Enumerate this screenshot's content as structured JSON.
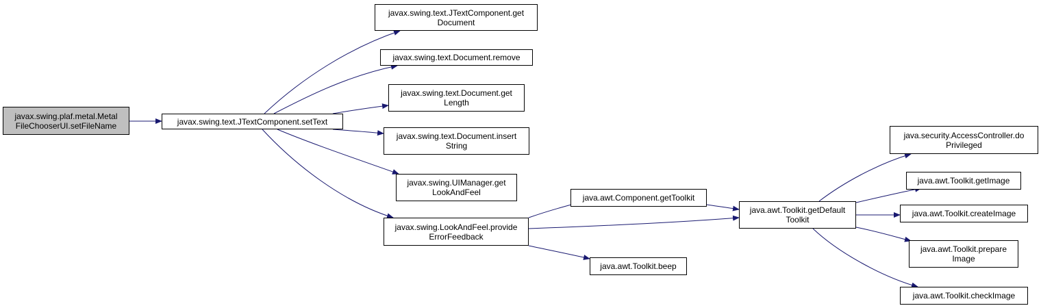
{
  "colors": {
    "edge": "#191970",
    "root_fill": "#bfbfbf",
    "node_fill": "#ffffff",
    "node_border": "#000000"
  },
  "nodes": [
    {
      "id": "setFileName",
      "label": "javax.swing.plaf.metal.Metal\nFileChooserUI.setFileName",
      "root": true
    },
    {
      "id": "setText",
      "label": "javax.swing.text.JTextComponent.setText"
    },
    {
      "id": "getDocument",
      "label": "javax.swing.text.JTextComponent.get\nDocument"
    },
    {
      "id": "remove",
      "label": "javax.swing.text.Document.remove"
    },
    {
      "id": "getLength",
      "label": "javax.swing.text.Document.get\nLength"
    },
    {
      "id": "insertString",
      "label": "javax.swing.text.Document.insert\nString"
    },
    {
      "id": "getLookAndFeel",
      "label": "javax.swing.UIManager.get\nLookAndFeel"
    },
    {
      "id": "provideErrorFeedback",
      "label": "javax.swing.LookAndFeel.provide\nErrorFeedback"
    },
    {
      "id": "getToolkit",
      "label": "java.awt.Component.getToolkit"
    },
    {
      "id": "beep",
      "label": "java.awt.Toolkit.beep"
    },
    {
      "id": "getDefaultToolkit",
      "label": "java.awt.Toolkit.getDefault\nToolkit"
    },
    {
      "id": "doPrivileged",
      "label": "java.security.AccessController.do\nPrivileged"
    },
    {
      "id": "getImage",
      "label": "java.awt.Toolkit.getImage"
    },
    {
      "id": "createImage",
      "label": "java.awt.Toolkit.createImage"
    },
    {
      "id": "prepareImage",
      "label": "java.awt.Toolkit.prepare\nImage"
    },
    {
      "id": "checkImage",
      "label": "java.awt.Toolkit.checkImage"
    }
  ],
  "edges": [
    {
      "from": "setFileName",
      "to": "setText"
    },
    {
      "from": "setText",
      "to": "getDocument"
    },
    {
      "from": "setText",
      "to": "remove"
    },
    {
      "from": "setText",
      "to": "getLength"
    },
    {
      "from": "setText",
      "to": "insertString"
    },
    {
      "from": "setText",
      "to": "getLookAndFeel"
    },
    {
      "from": "setText",
      "to": "provideErrorFeedback"
    },
    {
      "from": "provideErrorFeedback",
      "to": "getToolkit"
    },
    {
      "from": "provideErrorFeedback",
      "to": "getDefaultToolkit"
    },
    {
      "from": "provideErrorFeedback",
      "to": "beep"
    },
    {
      "from": "getToolkit",
      "to": "getDefaultToolkit"
    },
    {
      "from": "getDefaultToolkit",
      "to": "doPrivileged"
    },
    {
      "from": "getDefaultToolkit",
      "to": "getImage"
    },
    {
      "from": "getDefaultToolkit",
      "to": "createImage"
    },
    {
      "from": "getDefaultToolkit",
      "to": "prepareImage"
    },
    {
      "from": "getDefaultToolkit",
      "to": "checkImage"
    }
  ]
}
